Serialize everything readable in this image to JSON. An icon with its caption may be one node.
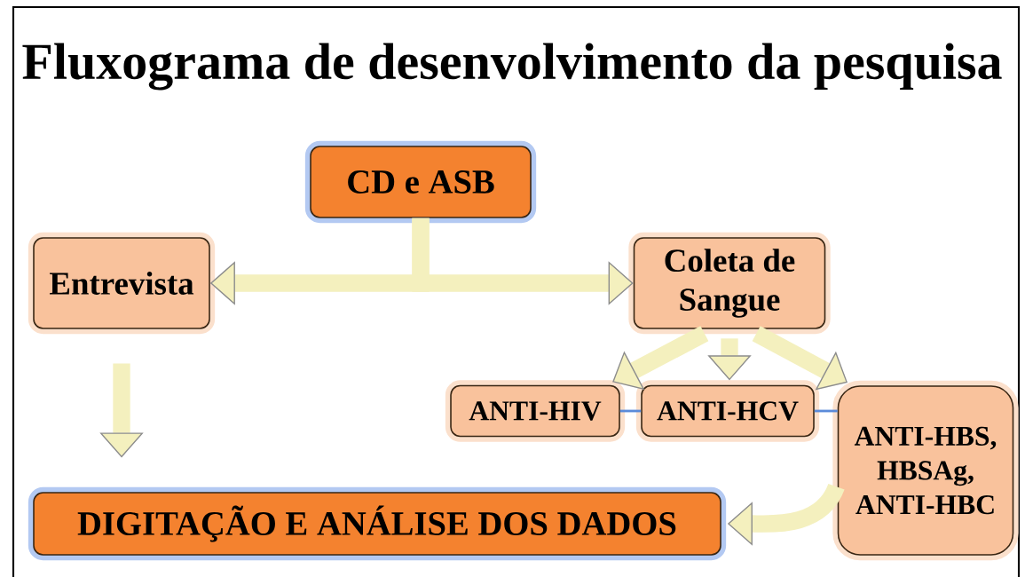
{
  "diagram": {
    "title": "Fluxograma de desenvolvimento da pesquisa",
    "nodes": [
      {
        "text": [
          "CD e ASB"
        ]
      },
      {
        "text": [
          "Entrevista"
        ]
      },
      {
        "text": [
          "Coleta de Sangue"
        ]
      },
      {
        "text": [
          "ANTI-HIV"
        ]
      },
      {
        "text": [
          "ANTI-HCV"
        ]
      },
      {
        "text": [
          "ANTI-HBS, HBSAg, ANTI-HBC"
        ]
      },
      {
        "text": [
          "DIGITAÇÃO E ANÁLISE DOS DADOS"
        ]
      }
    ],
    "edges": [
      {
        "from": 0,
        "to": 1,
        "arrow": "to"
      },
      {
        "from": 0,
        "to": 2,
        "arrow": "to"
      },
      {
        "from": 1,
        "to": 6,
        "arrow": "to"
      },
      {
        "from": 2,
        "to": 3,
        "arrow": "to"
      },
      {
        "from": 2,
        "to": 4,
        "arrow": "to"
      },
      {
        "from": 2,
        "to": 5,
        "arrow": "to"
      },
      {
        "from": 3,
        "to": 4,
        "arrow": "none",
        "color": "#5b8bd9"
      },
      {
        "from": 4,
        "to": 5,
        "arrow": "none",
        "color": "#5b8bd9"
      },
      {
        "from": 5,
        "to": 6,
        "arrow": "to"
      }
    ]
  }
}
